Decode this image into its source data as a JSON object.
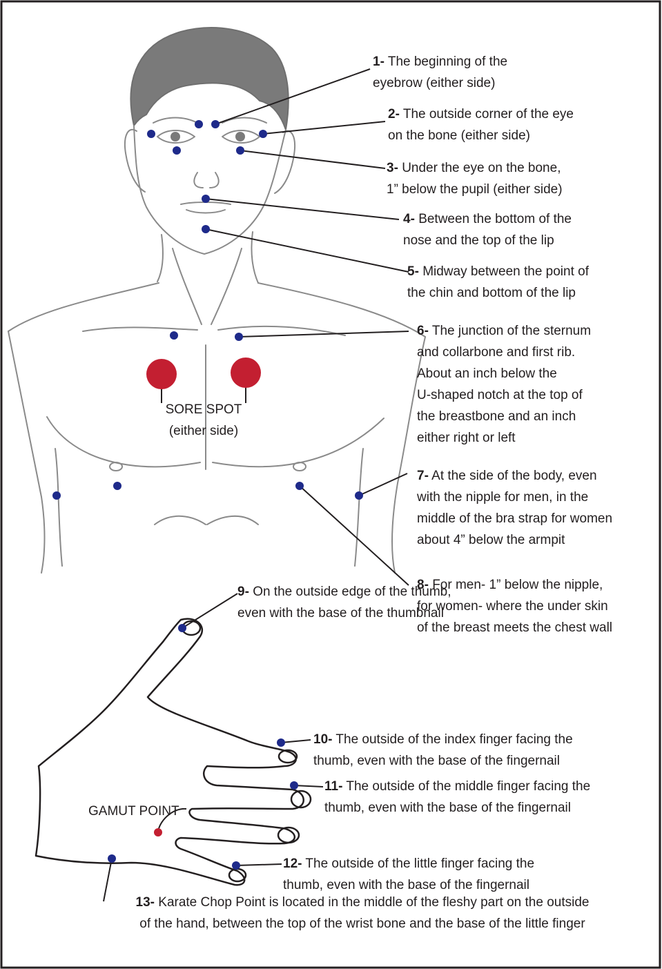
{
  "colors": {
    "point": "#1e2a8a",
    "sore": "#c31f31",
    "hair": "#7a7a7a",
    "outline": "#8a8a8a",
    "leader": "#231f20",
    "frame": "#231f20"
  },
  "points": [
    {
      "num": "1-",
      "line1": "The beginning of the",
      "line2": "eyebrow (either side)"
    },
    {
      "num": "2-",
      "line1": "The outside corner of the eye",
      "line2": "on the bone (either side)"
    },
    {
      "num": "3-",
      "line1": "Under the eye on the bone,",
      "line2": "1” below the pupil (either side)"
    },
    {
      "num": "4-",
      "line1": "Between the bottom of the",
      "line2": "nose and the top of the lip"
    },
    {
      "num": "5-",
      "line1": "Midway between the point of",
      "line2": "the chin and bottom of the lip"
    },
    {
      "num": "6-",
      "line1": "The junction of the sternum",
      "line2": "and collarbone and first rib.",
      "line3": "About an inch below the",
      "line4": "U-shaped notch at the top of",
      "line5": "the breastbone and an inch",
      "line6": "either right or left"
    },
    {
      "num": "7-",
      "line1": "At the side of the body, even",
      "line2": "with the nipple  for men, in the",
      "line3": "middle of the bra strap for women",
      "line4": "about 4” below the armpit"
    },
    {
      "num": "8-",
      "line1": "For men- 1” below the nipple,",
      "line2": "for women- where the under skin",
      "line3": "of the breast meets the chest wall"
    },
    {
      "num": "9-",
      "line1": "On the outside edge of the thumb,",
      "line2": "even with the base of the thumbnail"
    },
    {
      "num": "10-",
      "line1": "The outside of the index finger facing the",
      "line2": "thumb, even with the base of the fingernail"
    },
    {
      "num": "11-",
      "line1": "The outside of the middle finger facing the",
      "line2": "thumb, even with the base of the fingernail"
    },
    {
      "num": "12-",
      "line1": "The outside of the little finger facing the",
      "line2": "thumb, even with the base of the fingernail"
    },
    {
      "num": "13-",
      "line1": "Karate Chop Point is located in the middle of the fleshy part on the outside",
      "line2": "of the hand, between the top of the wrist bone and the base of the little finger"
    }
  ],
  "sore_spot": {
    "line1": "SORE SPOT",
    "line2": "(either side)"
  },
  "gamut_point": "GAMUT POINT"
}
